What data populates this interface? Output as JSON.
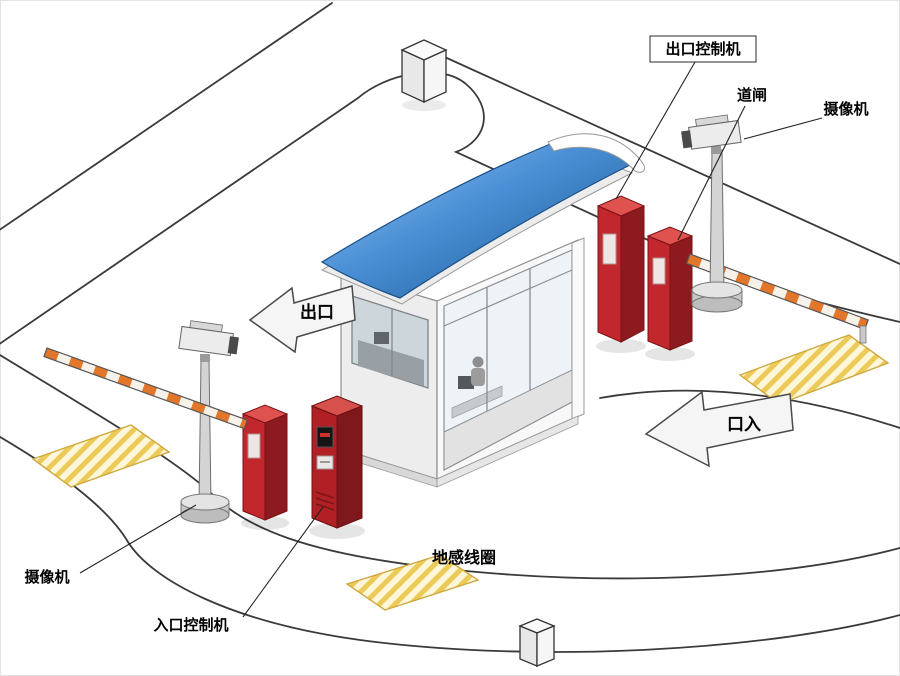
{
  "labels": {
    "exit_controller": "出口控制机",
    "barrier_gate": "道闸",
    "camera_right": "摄像机",
    "camera_left": "摄像机",
    "entry_controller": "入口控制机",
    "ground_coil": "地感线圈",
    "exit_direction": "出口",
    "entry_direction": "口入"
  },
  "colors": {
    "road_line": "#3a3a3a",
    "roof_blue_light": "#a8d2f2",
    "roof_blue_dark": "#14538f",
    "machine_red": "#c1272d",
    "machine_red_dark": "#8c1a1e",
    "machine_red_top": "#e0524f",
    "coil_fill": "#fdf6d8",
    "coil_stripe": "#ecca58",
    "barrier_arm_orange": "#e2762a",
    "barrier_arm_white": "#f6f2ea",
    "wall_fill": "#f0f0f0",
    "glass_fill": "#edf3f6"
  }
}
